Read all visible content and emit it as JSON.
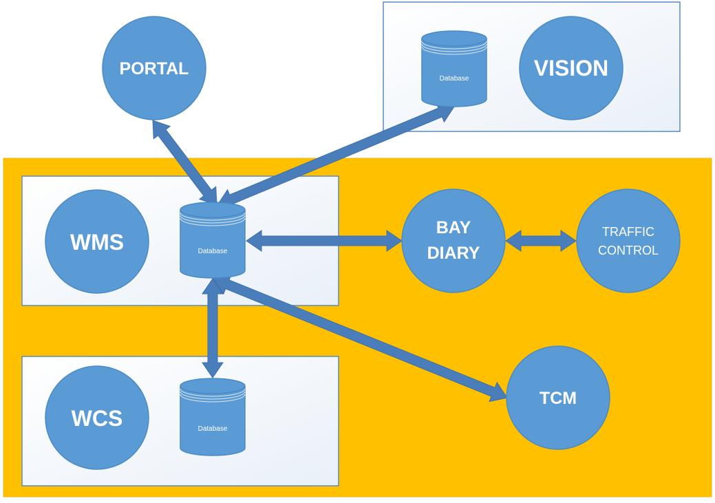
{
  "colors": {
    "zone_fill": "#FFC000",
    "panel_border": "#5B8ABF",
    "node_fill": "#5B9BD5",
    "node_stroke": "#4A8AC4",
    "arrow_fill": "#4A7EBB"
  },
  "nodes": {
    "portal": "PORTAL",
    "vision": "VISION",
    "wms": "WMS",
    "wcs": "WCS",
    "bay_diary_line1": "BAY",
    "bay_diary_line2": "DIARY",
    "traffic_control_line1": "TRAFFIC",
    "traffic_control_line2": "CONTROL",
    "tcm": "TCM"
  },
  "databases": {
    "vision_db": "Database",
    "wms_db": "Database",
    "wcs_db": "Database"
  },
  "connections": [
    {
      "from": "portal",
      "to": "wms_db",
      "direction": "both"
    },
    {
      "from": "vision_db",
      "to": "wms_db",
      "direction": "both"
    },
    {
      "from": "wms_db",
      "to": "bay_diary",
      "direction": "both"
    },
    {
      "from": "bay_diary",
      "to": "traffic_control",
      "direction": "both"
    },
    {
      "from": "wms_db",
      "to": "wcs_db",
      "direction": "both"
    },
    {
      "from": "wms_db",
      "to": "tcm",
      "direction": "both"
    }
  ]
}
